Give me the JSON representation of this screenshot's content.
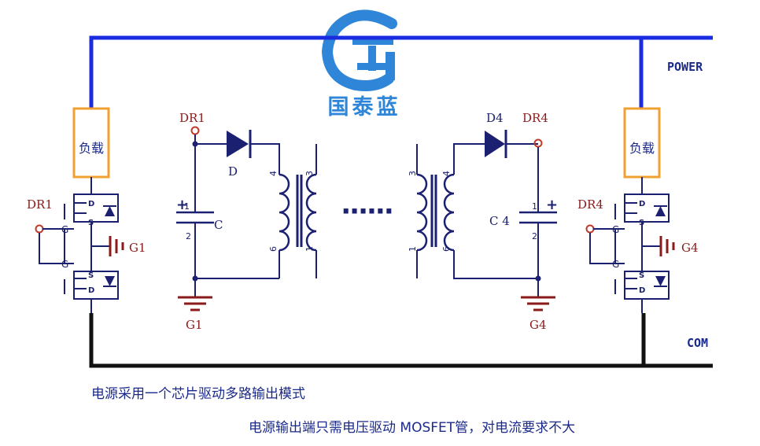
{
  "logo": {
    "text": "国泰蓝",
    "color": "#2f86d8"
  },
  "colors": {
    "power_rail": "#1a2be0",
    "com_rail": "#111111",
    "wire": "#1b2070",
    "load_box": "#f0a030",
    "terminal": "#c0392b",
    "ground": "#8b1a1a",
    "label_red": "#8b1a1a",
    "label_blue": "#1b2a8a"
  },
  "rails": {
    "power_label": "POWER",
    "com_label": "COM"
  },
  "left_channel": {
    "load_label": "负载",
    "mosfet_input_label": "DR1",
    "gate_label": "G",
    "drain_label": "D",
    "source_label": "S",
    "ground_node_label": "G1",
    "driver_input_label": "DR1",
    "diode_label": "D",
    "capacitor_label": "C",
    "cap_pin_top": "1",
    "cap_pin_bottom": "2",
    "cap_plus": "+",
    "ground_label": "G1",
    "transformer_pins": [
      "4",
      "6",
      "3",
      "1"
    ]
  },
  "right_channel": {
    "load_label": "负载",
    "mosfet_input_label": "DR4",
    "gate_label": "G",
    "drain_label": "D",
    "source_label": "S",
    "ground_node_label": "G4",
    "driver_input_label": "DR4",
    "diode_label": "D4",
    "capacitor_label": "C 4",
    "cap_pin_top": "1",
    "cap_pin_bottom": "2",
    "cap_plus": "+",
    "ground_label": "G4",
    "transformer_pins": [
      "3",
      "1",
      "4",
      "6"
    ]
  },
  "ellipsis": "······",
  "captions": {
    "line1": "电源采用一个芯片驱动多路输出模式",
    "line2": "电源输出端只需电压驱动 MOSFET管，对电流要求不大"
  }
}
